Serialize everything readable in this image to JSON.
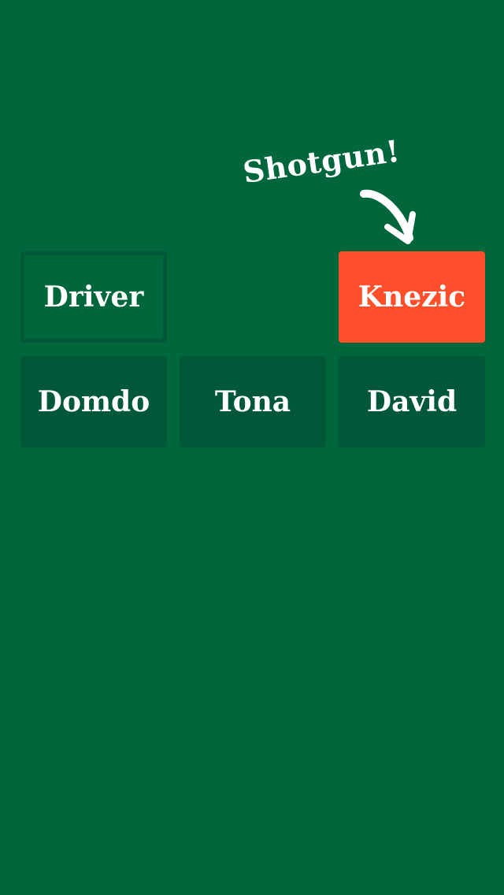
{
  "annotation": {
    "label": "Shotgun!",
    "arrow_icon": "curved-arrow-down-icon"
  },
  "seats": {
    "front": {
      "driver": "Driver",
      "shotgun": "Knezic"
    },
    "back": [
      "Domdo",
      "Tona",
      "David"
    ]
  },
  "colors": {
    "background": "#00663c",
    "seat_back": "#005838",
    "driver_border": "#00573a",
    "shotgun_accent": "#ff4f2a",
    "text": "#ffffff"
  }
}
